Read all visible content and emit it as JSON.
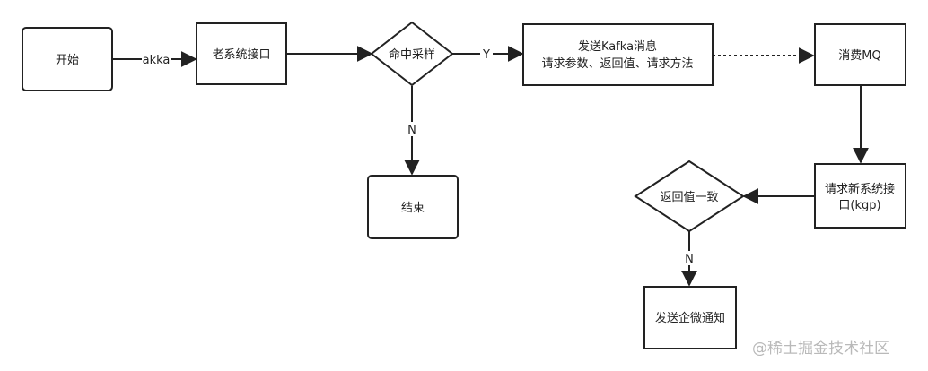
{
  "nodes": {
    "start": "开始",
    "old_api": "老系统接口",
    "sample_hit": "命中采样",
    "send_kafka_line1": "发送Kafka消息",
    "send_kafka_line2": "请求参数、返回值、请求方法",
    "end": "结束",
    "consume_mq": "消费MQ",
    "call_new_line1": "请求新系统接",
    "call_new_line2": "口(kgp)",
    "return_match": "返回值一致",
    "send_wechat": "发送企微通知"
  },
  "edges": {
    "akka": "akka",
    "yes": "Y",
    "no_sample": "N",
    "no_match": "N"
  },
  "watermark": "@稀土掘金技术社区",
  "colors": {
    "stroke": "#222222",
    "fill": "#ffffff",
    "watermark": "#b9b9b9"
  }
}
